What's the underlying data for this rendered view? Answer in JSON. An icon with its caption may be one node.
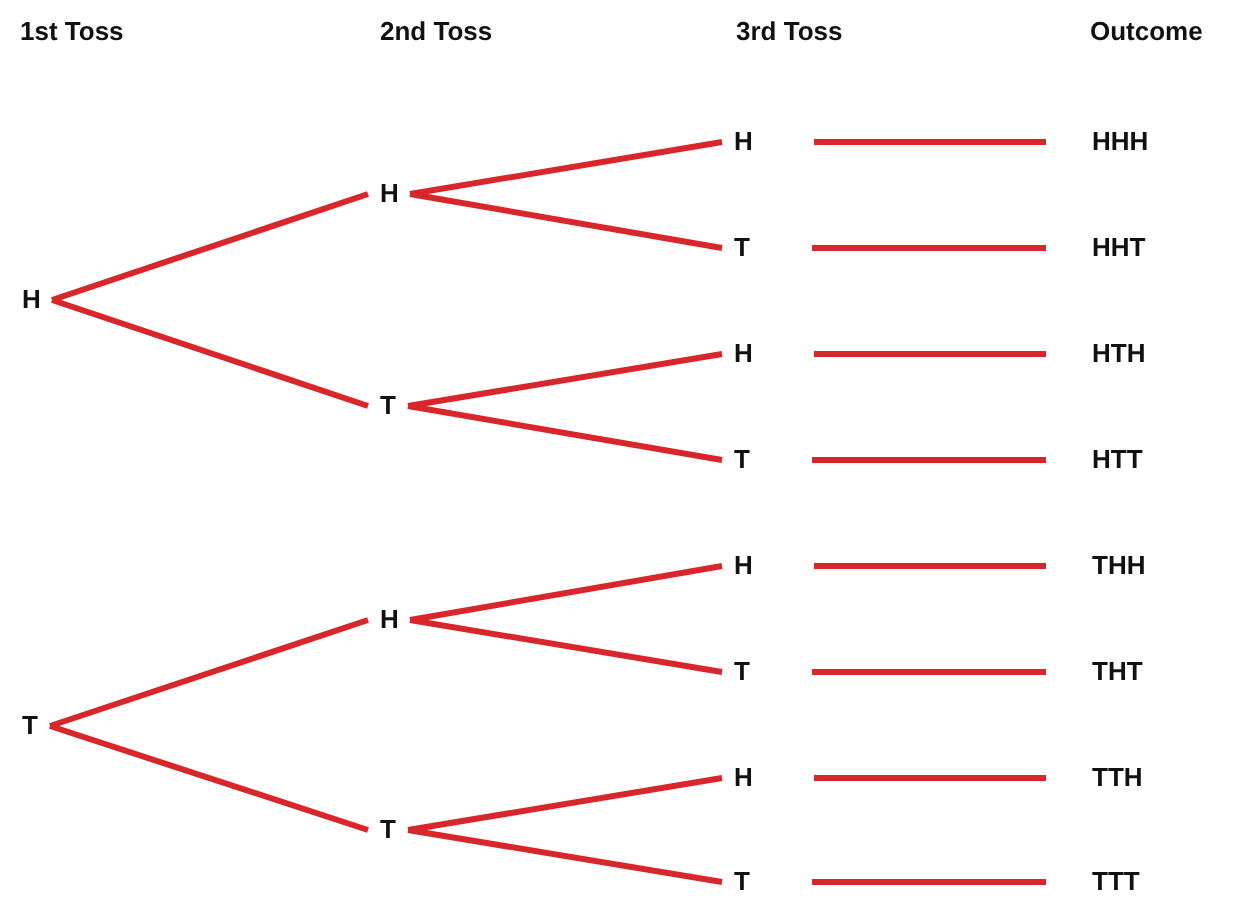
{
  "diagram": {
    "nodes": [
      {
        "text": [
          "H"
        ]
      },
      {
        "text": [
          "T"
        ]
      },
      {
        "text": [
          "H"
        ]
      },
      {
        "text": [
          "T"
        ]
      },
      {
        "text": [
          "H"
        ]
      },
      {
        "text": [
          "T"
        ]
      },
      {
        "text": [
          "H"
        ]
      },
      {
        "text": [
          "T"
        ]
      },
      {
        "text": [
          "H"
        ]
      },
      {
        "text": [
          "T"
        ]
      },
      {
        "text": [
          "H"
        ]
      },
      {
        "text": [
          "T"
        ]
      },
      {
        "text": [
          "H"
        ]
      },
      {
        "text": [
          "T"
        ]
      },
      {
        "text": [
          "HHH"
        ]
      },
      {
        "text": [
          "HHT"
        ]
      },
      {
        "text": [
          "HTH"
        ]
      },
      {
        "text": [
          "HTT"
        ]
      },
      {
        "text": [
          "THH"
        ]
      },
      {
        "text": [
          "THT"
        ]
      },
      {
        "text": [
          "TTH"
        ]
      },
      {
        "text": [
          "TTT"
        ]
      }
    ],
    "edges": [
      {
        "from": 0,
        "to": 2,
        "arrow": "none"
      },
      {
        "from": 0,
        "to": 3,
        "arrow": "none"
      },
      {
        "from": 1,
        "to": 4,
        "arrow": "none"
      },
      {
        "from": 1,
        "to": 5,
        "arrow": "none"
      },
      {
        "from": 2,
        "to": 6,
        "arrow": "none"
      },
      {
        "from": 2,
        "to": 7,
        "arrow": "none"
      },
      {
        "from": 3,
        "to": 8,
        "arrow": "none"
      },
      {
        "from": 3,
        "to": 9,
        "arrow": "none"
      },
      {
        "from": 4,
        "to": 10,
        "arrow": "none"
      },
      {
        "from": 4,
        "to": 11,
        "arrow": "none"
      },
      {
        "from": 5,
        "to": 12,
        "arrow": "none"
      },
      {
        "from": 5,
        "to": 13,
        "arrow": "none"
      },
      {
        "from": 6,
        "to": 14,
        "arrow": "none"
      },
      {
        "from": 7,
        "to": 15,
        "arrow": "none"
      },
      {
        "from": 8,
        "to": 16,
        "arrow": "none"
      },
      {
        "from": 9,
        "to": 17,
        "arrow": "none"
      },
      {
        "from": 10,
        "to": 18,
        "arrow": "none"
      },
      {
        "from": 11,
        "to": 19,
        "arrow": "none"
      },
      {
        "from": 12,
        "to": 20,
        "arrow": "none"
      },
      {
        "from": 13,
        "to": 21,
        "arrow": "none"
      }
    ],
    "labels": [
      "1st Toss",
      "2nd Toss",
      "3rd Toss",
      "Outcome"
    ]
  }
}
